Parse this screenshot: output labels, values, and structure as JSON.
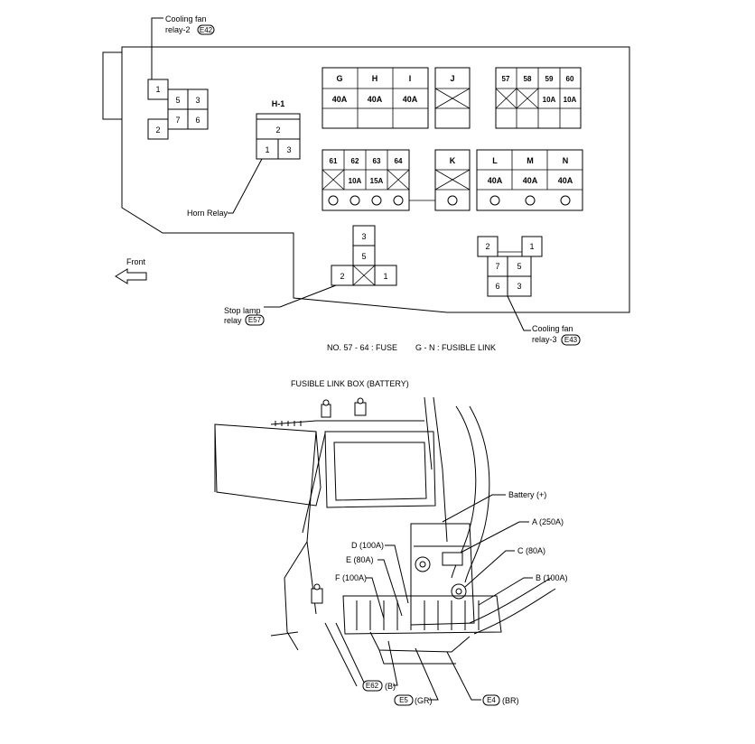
{
  "top_panel": {
    "cooling_fan_relay_2": {
      "line1": "Cooling fan",
      "line2": "relay-2",
      "connector": "E42"
    },
    "relay2_pins": {
      "p1": "1",
      "p2": "2",
      "p3": "3",
      "p5": "5",
      "p6": "6",
      "p7": "7"
    },
    "horn_relay": {
      "header": "H-1",
      "p1": "1",
      "p2": "2",
      "p3": "3",
      "label": "Horn Relay"
    },
    "fusible_top": [
      {
        "name": "G",
        "rating": "40A"
      },
      {
        "name": "H",
        "rating": "40A"
      },
      {
        "name": "I",
        "rating": "40A"
      }
    ],
    "fusible_j": {
      "name": "J"
    },
    "fuse_top": [
      {
        "num": "57",
        "rating": ""
      },
      {
        "num": "58",
        "rating": ""
      },
      {
        "num": "59",
        "rating": "10A"
      },
      {
        "num": "60",
        "rating": "10A"
      }
    ],
    "fuse_bottom": [
      {
        "num": "61",
        "rating": ""
      },
      {
        "num": "62",
        "rating": "10A"
      },
      {
        "num": "63",
        "rating": "15A"
      },
      {
        "num": "64",
        "rating": ""
      }
    ],
    "fusible_k": {
      "name": "K"
    },
    "fusible_bottom": [
      {
        "name": "L",
        "rating": "40A"
      },
      {
        "name": "M",
        "rating": "40A"
      },
      {
        "name": "N",
        "rating": "40A"
      }
    ],
    "stop_lamp_relay": {
      "line1": "Stop lamp",
      "line2": "relay",
      "connector": "E57",
      "p1": "1",
      "p2": "2",
      "p3": "3",
      "p5": "5"
    },
    "cooling_fan_relay_3": {
      "line1": "Cooling fan",
      "line2": "relay-3",
      "connector": "E43",
      "p1": "1",
      "p2": "2",
      "p3": "3",
      "p5": "5",
      "p6": "6",
      "p7": "7"
    },
    "front_label": "Front",
    "legend": "NO. 57 - 64 : FUSE        G - N : FUSIBLE LINK"
  },
  "bottom_panel": {
    "title": "FUSIBLE LINK BOX (BATTERY)",
    "callouts": {
      "battery": "Battery (+)",
      "a": "A (250A)",
      "c": "C (80A)",
      "b": "B (100A)",
      "d": "D (100A)",
      "e": "E (80A)",
      "f": "F (100A)"
    },
    "connectors": [
      {
        "id": "E62",
        "color": "(B)"
      },
      {
        "id": "E5",
        "color": "(GR)"
      },
      {
        "id": "E4",
        "color": "(BR)"
      }
    ]
  }
}
